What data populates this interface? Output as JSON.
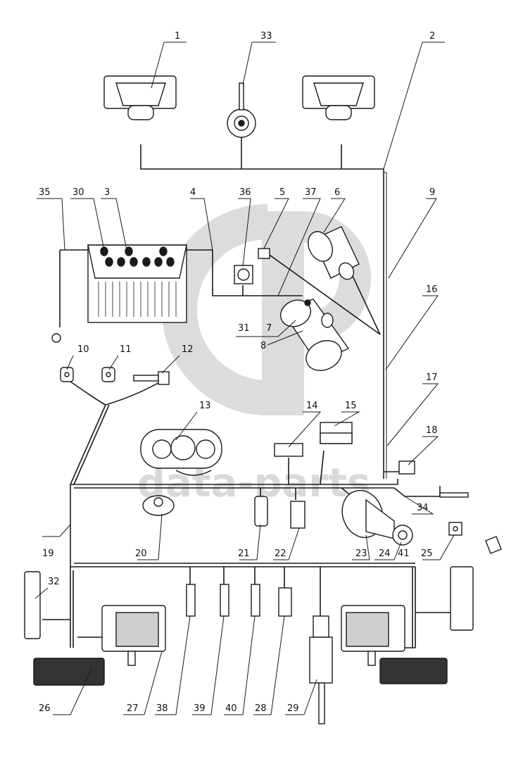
{
  "watermark": {
    "text": "data-parts",
    "color": "#d9d9d9"
  },
  "diagram": {
    "style": "exploded wiring harness parts drawing",
    "line_color": "#1a1a1a",
    "callouts": [
      "1",
      "2",
      "3",
      "4",
      "5",
      "6",
      "7",
      "8",
      "9",
      "10",
      "11",
      "12",
      "13",
      "14",
      "15",
      "16",
      "17",
      "18",
      "19",
      "20",
      "21",
      "22",
      "23",
      "24",
      "25",
      "26",
      "27",
      "28",
      "29",
      "30",
      "31",
      "32",
      "33",
      "34",
      "35",
      "36",
      "37",
      "38",
      "39",
      "40",
      "41"
    ]
  }
}
